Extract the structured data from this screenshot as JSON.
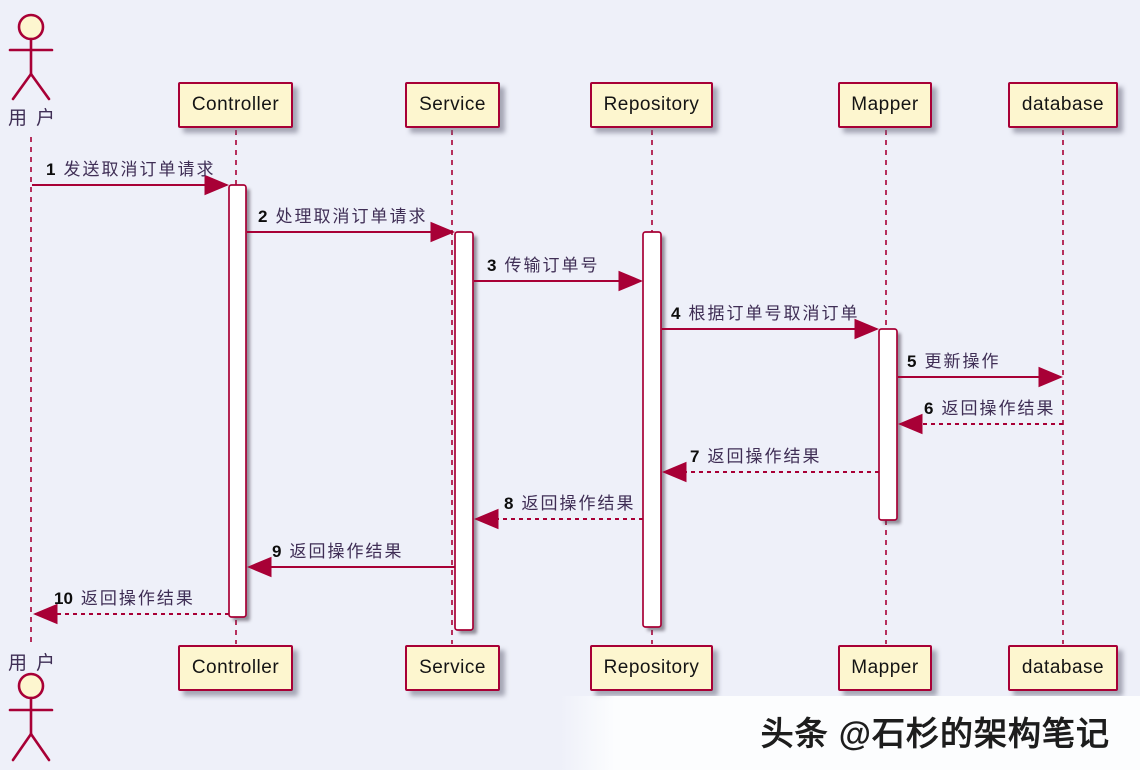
{
  "diagram": {
    "type": "uml-sequence-diagram",
    "description": "取消订单流程时序图"
  },
  "colors": {
    "accent": "#a80036",
    "participant_fill": "#fdf6cf",
    "activation_fill": "#ffffff",
    "background": "#eef0f9",
    "message_text": "#3f2e55",
    "message_number": "#0d0d0d"
  },
  "participants": [
    {
      "id": "user",
      "label": "用户",
      "type": "actor"
    },
    {
      "id": "controller",
      "label": "Controller",
      "type": "participant"
    },
    {
      "id": "service",
      "label": "Service",
      "type": "participant"
    },
    {
      "id": "repository",
      "label": "Repository",
      "type": "participant"
    },
    {
      "id": "mapper",
      "label": "Mapper",
      "type": "participant"
    },
    {
      "id": "database",
      "label": "database",
      "type": "participant"
    }
  ],
  "messages": [
    {
      "num": "1",
      "text": "发送取消订单请求",
      "from": "用户",
      "to": "Controller",
      "line": "solid"
    },
    {
      "num": "2",
      "text": "处理取消订单请求",
      "from": "Controller",
      "to": "Service",
      "line": "solid"
    },
    {
      "num": "3",
      "text": "传输订单号",
      "from": "Service",
      "to": "Repository",
      "line": "solid"
    },
    {
      "num": "4",
      "text": "根据订单号取消订单",
      "from": "Repository",
      "to": "Mapper",
      "line": "solid"
    },
    {
      "num": "5",
      "text": "更新操作",
      "from": "Mapper",
      "to": "database",
      "line": "solid"
    },
    {
      "num": "6",
      "text": "返回操作结果",
      "from": "database",
      "to": "Mapper",
      "line": "dashed"
    },
    {
      "num": "7",
      "text": "返回操作结果",
      "from": "Mapper",
      "to": "Repository",
      "line": "dashed"
    },
    {
      "num": "8",
      "text": "返回操作结果",
      "from": "Repository",
      "to": "Service",
      "line": "dashed"
    },
    {
      "num": "9",
      "text": "返回操作结果",
      "from": "Service",
      "to": "Controller",
      "line": "solid"
    },
    {
      "num": "10",
      "text": "返回操作结果",
      "from": "Controller",
      "to": "用户",
      "line": "dashed"
    }
  ],
  "watermark": {
    "text": "头条 @石杉的架构笔记"
  }
}
